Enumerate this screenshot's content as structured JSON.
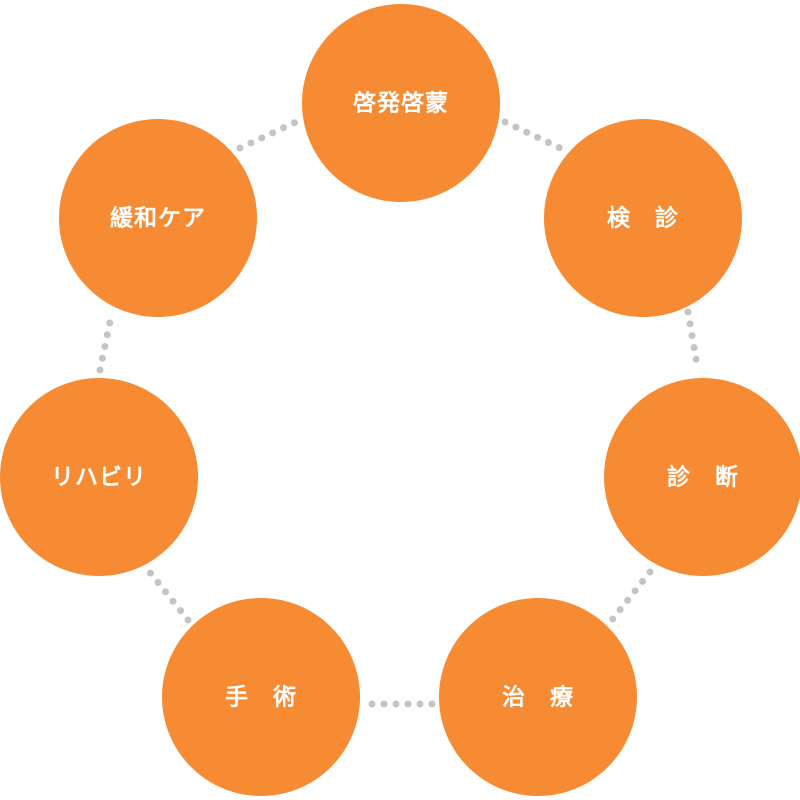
{
  "diagram": {
    "type": "cycle",
    "node_color": "#f68b33",
    "connector_color": "#c4c4c4",
    "label_color": "#ffffff",
    "nodes": [
      {
        "id": "keihatsu",
        "label": "啓発啓蒙"
      },
      {
        "id": "kenshin",
        "label": "検　診"
      },
      {
        "id": "shindan",
        "label": "診　断"
      },
      {
        "id": "chiryo",
        "label": "治　療"
      },
      {
        "id": "shujutsu",
        "label": "手　術"
      },
      {
        "id": "rehabili",
        "label": "リハビリ"
      },
      {
        "id": "kanwa",
        "label": "緩和ケア"
      }
    ]
  }
}
